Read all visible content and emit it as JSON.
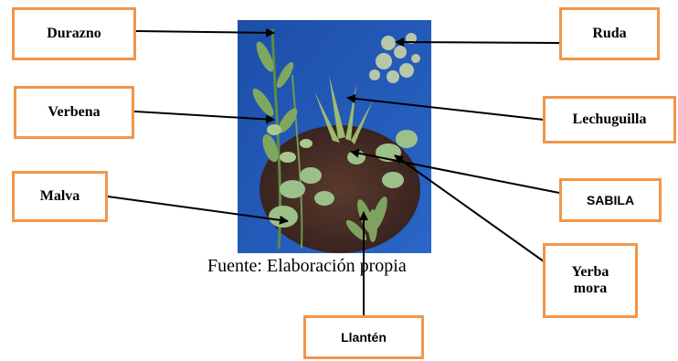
{
  "labels": {
    "durazno": "Durazno",
    "ruda": "Ruda",
    "verbena": "Verbena",
    "lechuguilla": "Lechuguilla",
    "malva": "Malva",
    "sabila": "SABILA",
    "yerba_mora": "Yerba mora",
    "llanten": "Llantén"
  },
  "caption": "Fuente: Elaboración propia",
  "colors": {
    "box_border": "#f0964a",
    "photo_background": "#1f50b4",
    "foliage": "#8fb27a",
    "soil": "#4a2e24"
  }
}
